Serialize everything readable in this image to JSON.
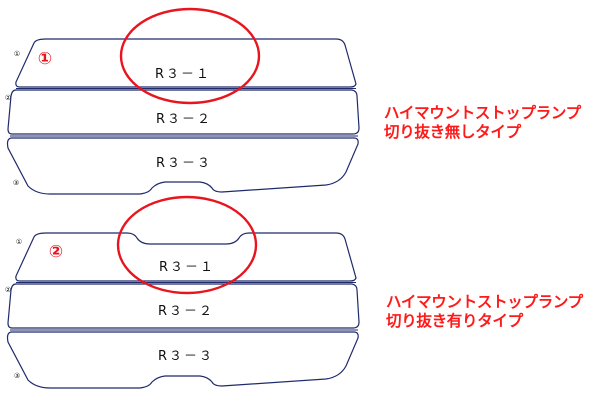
{
  "diagram_1": {
    "number": "①",
    "caption_line1": "ハイマウントストップランプ",
    "caption_line2": "切り抜き無しタイプ",
    "parts": [
      {
        "label": "R３－１",
        "tag": "①"
      },
      {
        "label": "R３－２",
        "tag": "②"
      },
      {
        "label": "R３－３",
        "tag": "③"
      }
    ]
  },
  "diagram_2": {
    "number": "②",
    "caption_line1": "ハイマウントストップランプ",
    "caption_line2": "切り抜き有りタイプ",
    "parts": [
      {
        "label": "R３－１",
        "tag": "①"
      },
      {
        "label": "R３－２",
        "tag": "②"
      },
      {
        "label": "R３－３",
        "tag": "③"
      }
    ]
  },
  "colors": {
    "outline": "#1f2a6b",
    "highlight": "#e8141e",
    "caption": "#ff1a1a"
  }
}
